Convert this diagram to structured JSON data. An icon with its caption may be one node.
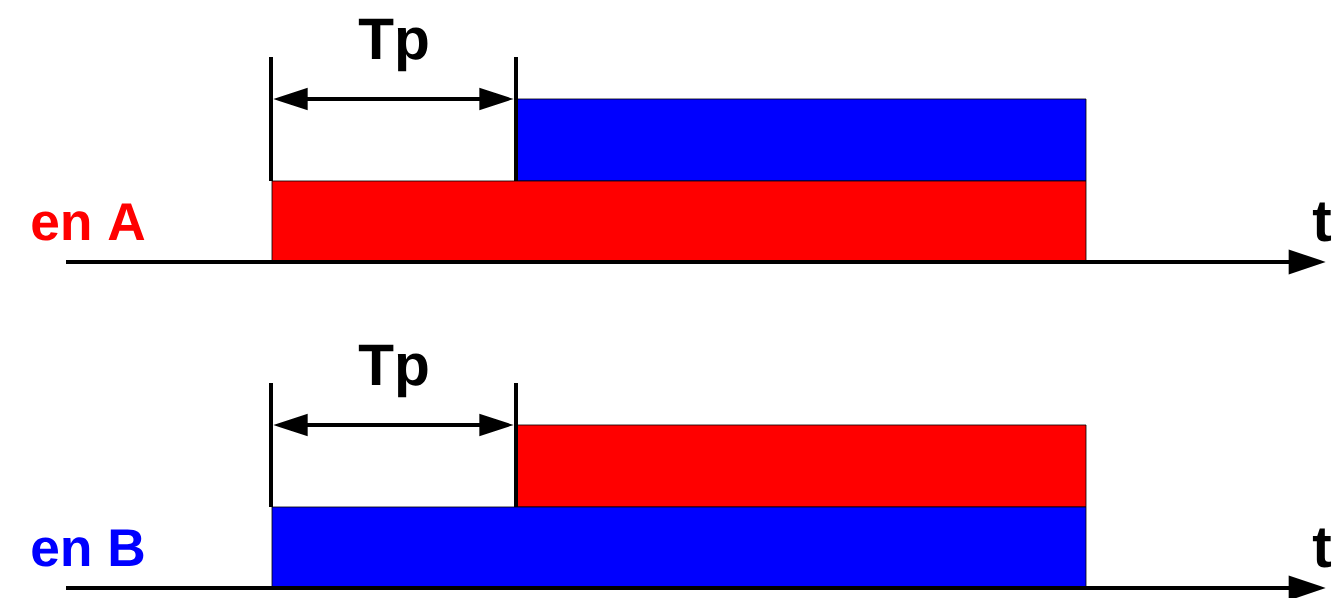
{
  "diagram": {
    "nodes": [
      {
        "text": [],
        "shape": "bar"
      },
      {
        "text": [],
        "shape": "bar"
      },
      {
        "text": [],
        "shape": "bar"
      },
      {
        "text": [],
        "shape": "bar"
      }
    ],
    "labels": [
      "Tp",
      "en A",
      "t",
      "Tp",
      "en B",
      "t"
    ]
  }
}
